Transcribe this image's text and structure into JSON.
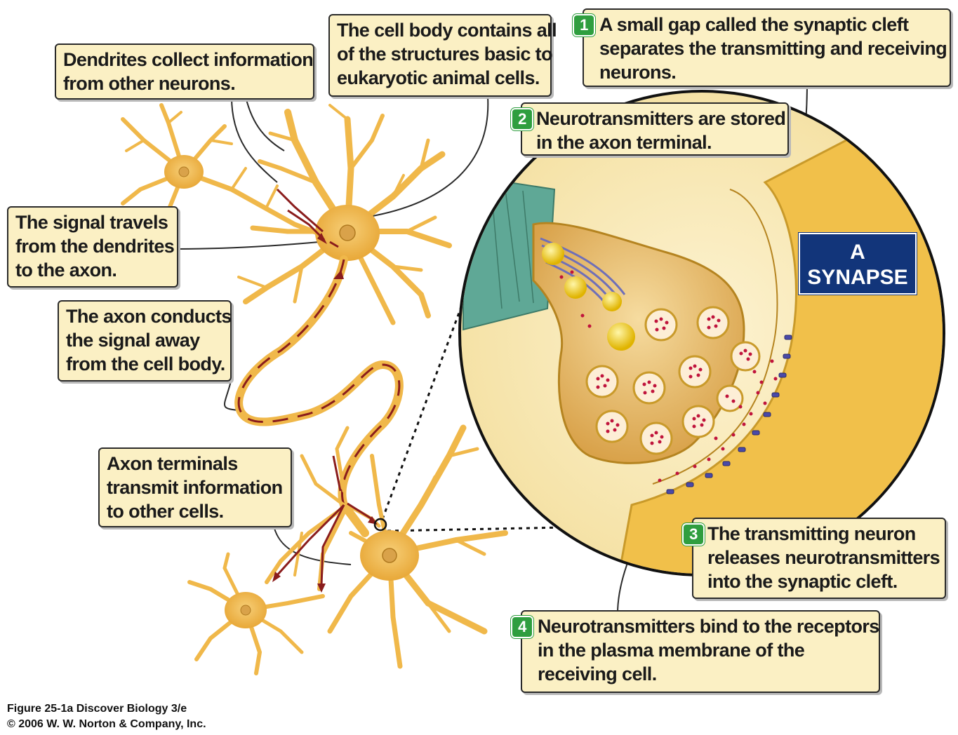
{
  "labels": {
    "dendrites": [
      "Dendrites collect information",
      "from other neurons."
    ],
    "cell_body": [
      "The cell body contains all",
      "of the structures basic to",
      "eukaryotic animal cells."
    ],
    "signal": [
      "The signal travels",
      "from the dendrites",
      "to the axon."
    ],
    "axon": [
      "The axon conducts",
      "the signal away",
      "from the cell body."
    ],
    "terminals": [
      "Axon terminals",
      "transmit information",
      "to other cells."
    ]
  },
  "steps": [
    {
      "number": "1",
      "lines": [
        "A small gap called the synaptic cleft",
        "separates the transmitting and receiving",
        "neurons."
      ]
    },
    {
      "number": "2",
      "lines": [
        "Neurotransmitters are stored",
        "in the axon terminal."
      ]
    },
    {
      "number": "3",
      "lines": [
        "The transmitting neuron",
        "releases neurotransmitters",
        "into the synaptic cleft."
      ]
    },
    {
      "number": "4",
      "lines": [
        "Neurotransmitters bind to the receptors",
        "in the plasma membrane of the",
        "receiving cell."
      ]
    }
  ],
  "synapse_title": [
    "A",
    "SYNAPSE"
  ],
  "caption": [
    "Figure 25-1a  Discover Biology 3/e",
    "© 2006 W. W. Norton & Company, Inc."
  ],
  "colors": {
    "neuron": "#f0b84a",
    "neuron_dark": "#d08b1c",
    "signal_arrow": "#8a1c1c",
    "callout_bg": "#fbf0c4",
    "badge": "#2f9e3f",
    "title_bg": "#12357a",
    "myelin": "#5fa896",
    "vesicle_dot": "#c0143c",
    "receptor": "#4a4aa8"
  }
}
